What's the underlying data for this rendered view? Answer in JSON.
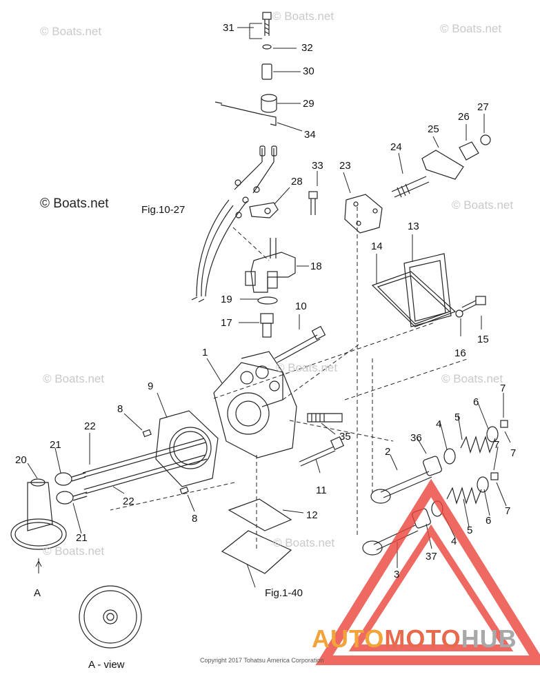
{
  "watermarks": [
    "© Boats.net",
    "© Boats.net",
    "© Boats.net",
    "© Boats.net",
    "© Boats.net",
    "© Boats.net",
    "© Boats.net",
    "© Boats.net",
    "© Boats.net"
  ],
  "watermark_dark": "© Boats.net",
  "figure_refs": {
    "fig_10_27": "Fig.10-27",
    "fig_1_40": "Fig.1-40"
  },
  "view_labels": {
    "a_arrow": "A",
    "a_view": "A - view"
  },
  "copyright": "Copyright 2017 Tohatsu America Corporation",
  "brand": {
    "part1": "AUTO",
    "part2": "MOTO",
    "part3": "HUB"
  },
  "colors": {
    "line": "#222222",
    "logo_red": "#e9443a",
    "logo_orange": "#f2a33a",
    "logo_gray": "#a8a8a8",
    "watermark": "#c9c9c9"
  },
  "callouts": [
    "31",
    "32",
    "30",
    "29",
    "34",
    "33",
    "23",
    "24",
    "25",
    "26",
    "27",
    "28",
    "18",
    "19",
    "17",
    "10",
    "13",
    "14",
    "15",
    "16",
    "1",
    "9",
    "8",
    "22",
    "21",
    "20",
    "22",
    "21",
    "8",
    "35",
    "11",
    "12",
    "2",
    "36",
    "4",
    "5",
    "6",
    "7",
    "7",
    "7",
    "7",
    "6",
    "5",
    "4",
    "37",
    "3"
  ]
}
